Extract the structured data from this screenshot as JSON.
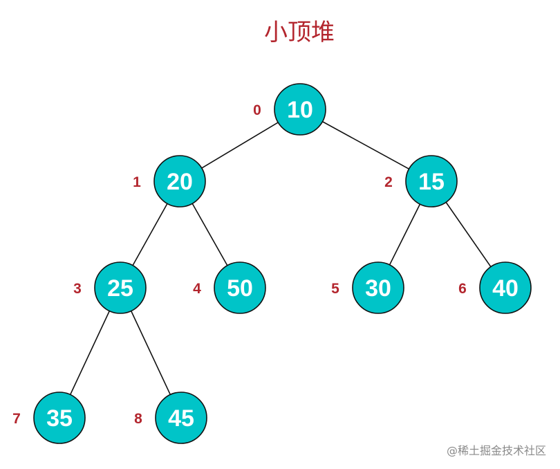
{
  "diagram": {
    "title": "小顶堆",
    "watermark": "@稀土掘金技术社区",
    "colors": {
      "node_fill": "#00c4c8",
      "node_stroke": "#111111",
      "index_text": "#b3262e",
      "title_text": "#b3262e"
    },
    "nodes": [
      {
        "index": "0",
        "value": "10"
      },
      {
        "index": "1",
        "value": "20"
      },
      {
        "index": "2",
        "value": "15"
      },
      {
        "index": "3",
        "value": "25"
      },
      {
        "index": "4",
        "value": "50"
      },
      {
        "index": "5",
        "value": "30"
      },
      {
        "index": "6",
        "value": "40"
      },
      {
        "index": "7",
        "value": "35"
      },
      {
        "index": "8",
        "value": "45"
      }
    ],
    "edges": [
      {
        "from": 0,
        "to": 1
      },
      {
        "from": 0,
        "to": 2
      },
      {
        "from": 1,
        "to": 3
      },
      {
        "from": 1,
        "to": 4
      },
      {
        "from": 2,
        "to": 5
      },
      {
        "from": 2,
        "to": 6
      },
      {
        "from": 3,
        "to": 7
      },
      {
        "from": 3,
        "to": 8
      }
    ]
  }
}
